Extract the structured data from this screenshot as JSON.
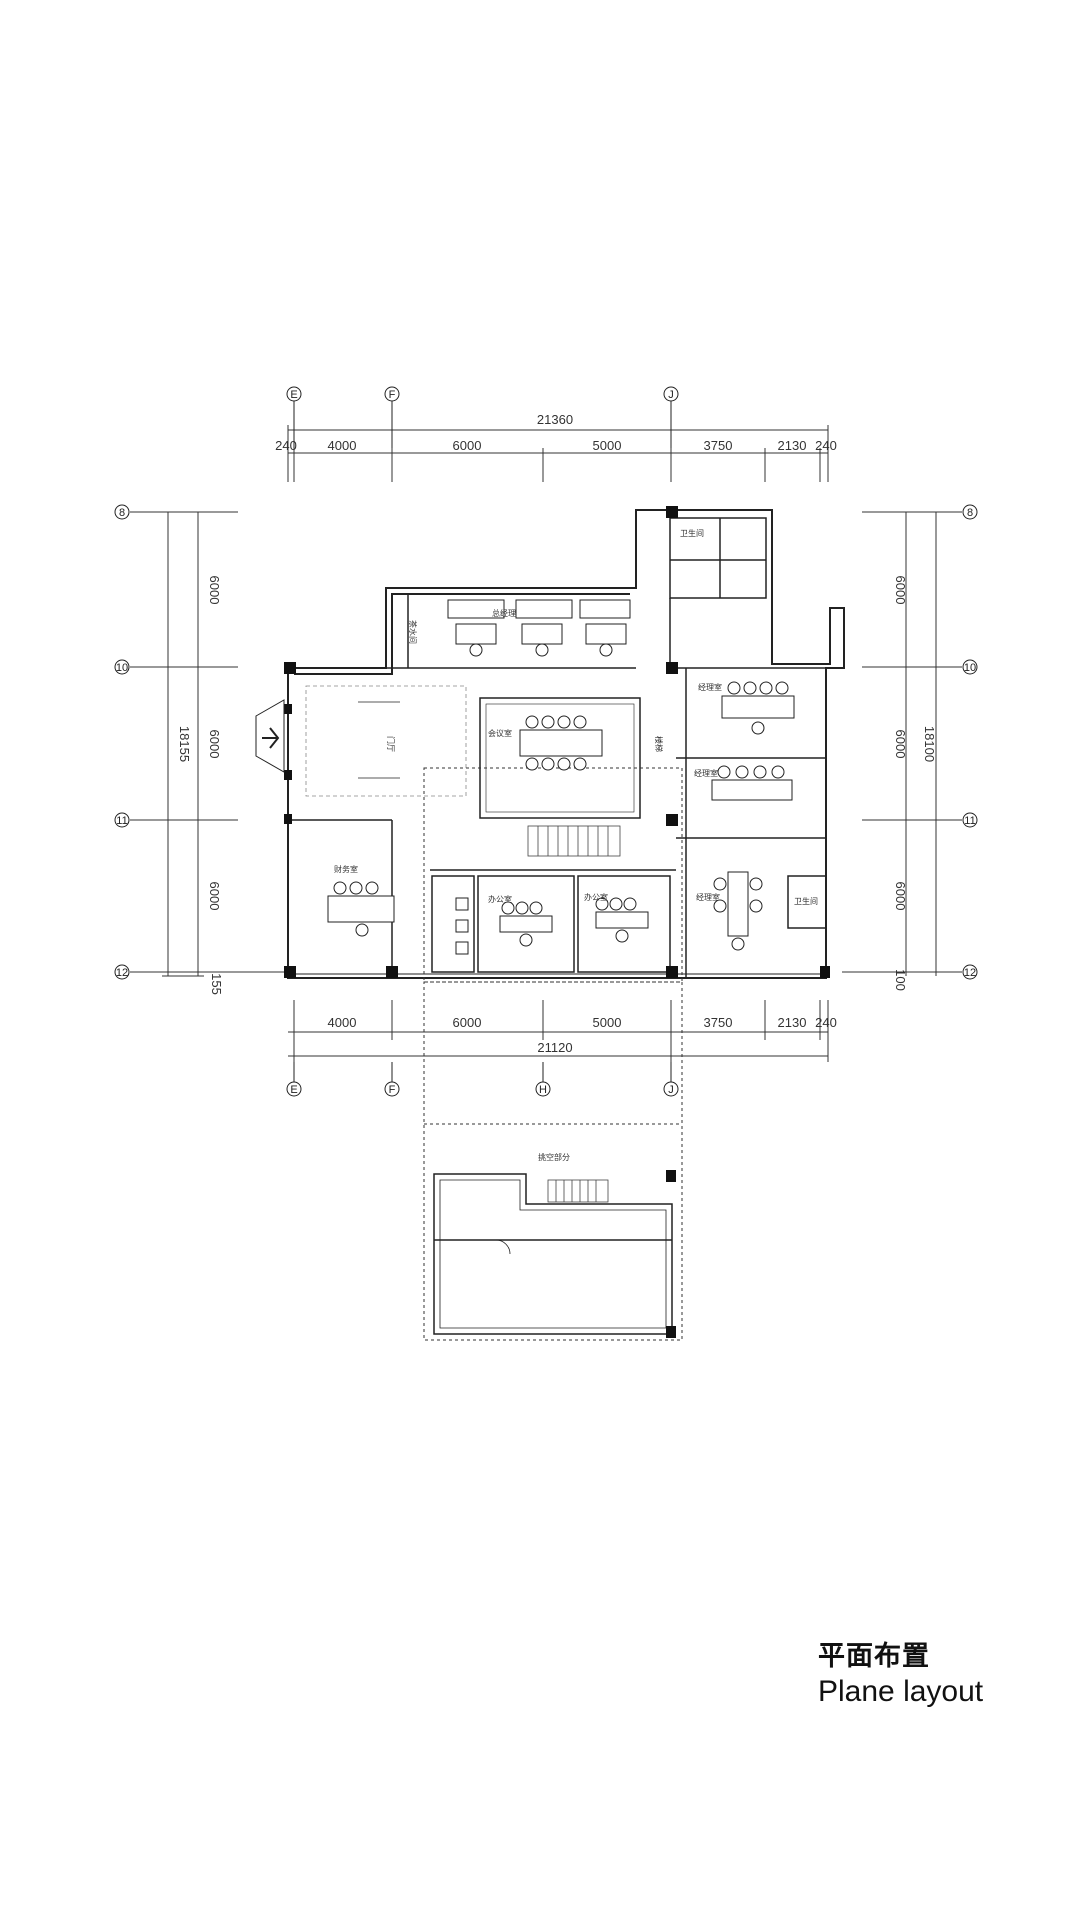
{
  "dimensions": {
    "top_total": "21360",
    "top_segments": [
      "240",
      "4000",
      "6000",
      "5000",
      "3750",
      "2130",
      "240"
    ],
    "bottom_total": "21120",
    "bottom_segments": [
      "4000",
      "6000",
      "5000",
      "3750",
      "2130",
      "240"
    ],
    "left_total": "18155",
    "left_segments": [
      "6000",
      "6000",
      "6000",
      "155"
    ],
    "right_total": "18100",
    "right_segments": [
      "6000",
      "6000",
      "6000",
      "100"
    ]
  },
  "grid_axes": {
    "top": [
      "E",
      "F",
      "J"
    ],
    "bottom": [
      "E",
      "F",
      "H",
      "J"
    ],
    "left": [
      "8",
      "10",
      "11",
      "12"
    ],
    "right": [
      "8",
      "10",
      "11",
      "12"
    ]
  },
  "rooms": {
    "lobby": "门厅",
    "meeting_large": "会议室",
    "office_1": "总经理",
    "office_2": "财务室",
    "office_3": "经理室",
    "office_4": "经理室",
    "office_5": "办公室",
    "office_6": "办公室",
    "office_7": "经理室",
    "restroom_1": "卫生间",
    "restroom_2": "卫生间",
    "pantry": "茶水间",
    "stair": "楼梯",
    "overhang": "挑空部分"
  },
  "title": {
    "cn": "平面布置",
    "en": "Plane layout"
  },
  "colors": {
    "line": "#222222",
    "column": "#111111",
    "text": "#111111"
  }
}
